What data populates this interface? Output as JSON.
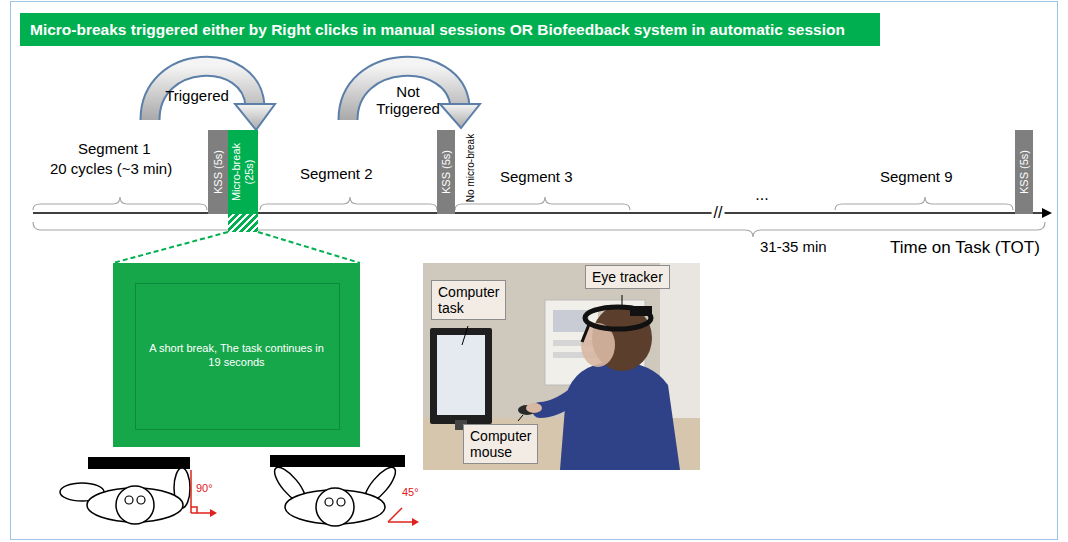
{
  "diagram": {
    "nodes": [
      {
        "text": [
          "Micro-breaks triggered either by Right clicks in manual sessions OR Biofeedback system in automatic session"
        ]
      },
      {
        "text": [
          "KSS (5s)"
        ]
      },
      {
        "text": [
          "Micro-break (25s)"
        ]
      },
      {
        "text": [
          "KSS (5s)"
        ]
      },
      {
        "text": [
          "KSS (5s)"
        ]
      },
      {
        "text": [
          "A short break, The task continues in 19 seconds"
        ]
      },
      {
        "text": [
          "Computer task"
        ]
      },
      {
        "text": [
          "Eye tracker"
        ]
      },
      {
        "text": [
          "Computer mouse"
        ]
      }
    ],
    "edges": [
      {
        "from": 2,
        "to": 5,
        "arrow": "none"
      }
    ],
    "labels": [
      "Triggered",
      "Not Triggered",
      "Segment 1",
      "20 cycles (~3 min)",
      "Segment 2",
      "No micro-break",
      "Segment 3",
      "//",
      "...",
      "Segment 9",
      "31-35 min",
      "Time on Task (TOT)",
      "90°",
      "45°"
    ]
  }
}
